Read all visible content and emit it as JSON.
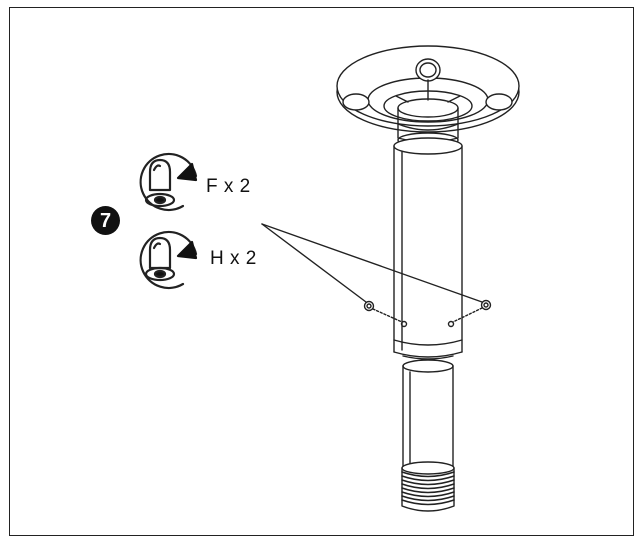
{
  "step": {
    "number": "7"
  },
  "hardware": [
    {
      "label": "F x 2",
      "icon": "screwdriver-rotate-clockwise-icon"
    },
    {
      "label": "H x 2",
      "icon": "screwdriver-rotate-clockwise-icon"
    }
  ],
  "colors": {
    "line": "#222222",
    "background": "#ffffff",
    "badge": "#111111"
  }
}
